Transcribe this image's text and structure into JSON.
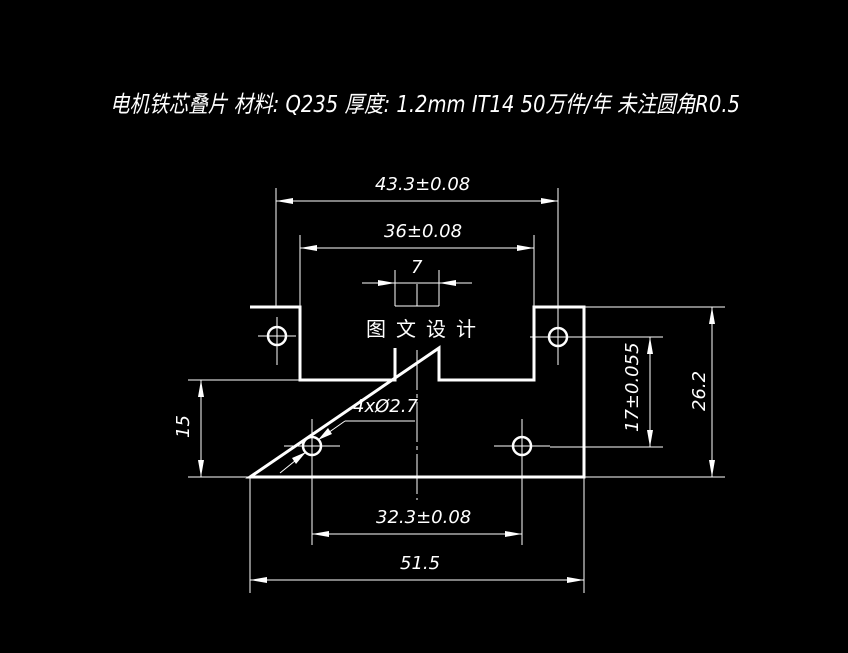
{
  "title": "电机铁芯叠片  材料: Q235   厚度: 1.2mm  IT14   50万件/年  未注圆角R0.5",
  "title_parts": {
    "part_name": "电机铁芯叠片",
    "material": "材料: Q235",
    "thickness": "厚度: 1.2mm",
    "tolerance_grade": "IT14",
    "volume": "50万件/年",
    "fillet_note": "未注圆角R0.5"
  },
  "watermark": "图文设计",
  "dimensions": {
    "top_outer_width": "43.3±0.08",
    "top_inner_width": "36±0.08",
    "center_slot_width": "7",
    "hole_callout": "4xØ2.7",
    "left_height": "15",
    "right_hole_spacing": "17±0.055",
    "overall_height": "26.2",
    "bottom_hole_spacing": "32.3±0.08",
    "overall_width": "51.5"
  },
  "colors": {
    "background": "#000000",
    "lines": "#ffffff"
  }
}
